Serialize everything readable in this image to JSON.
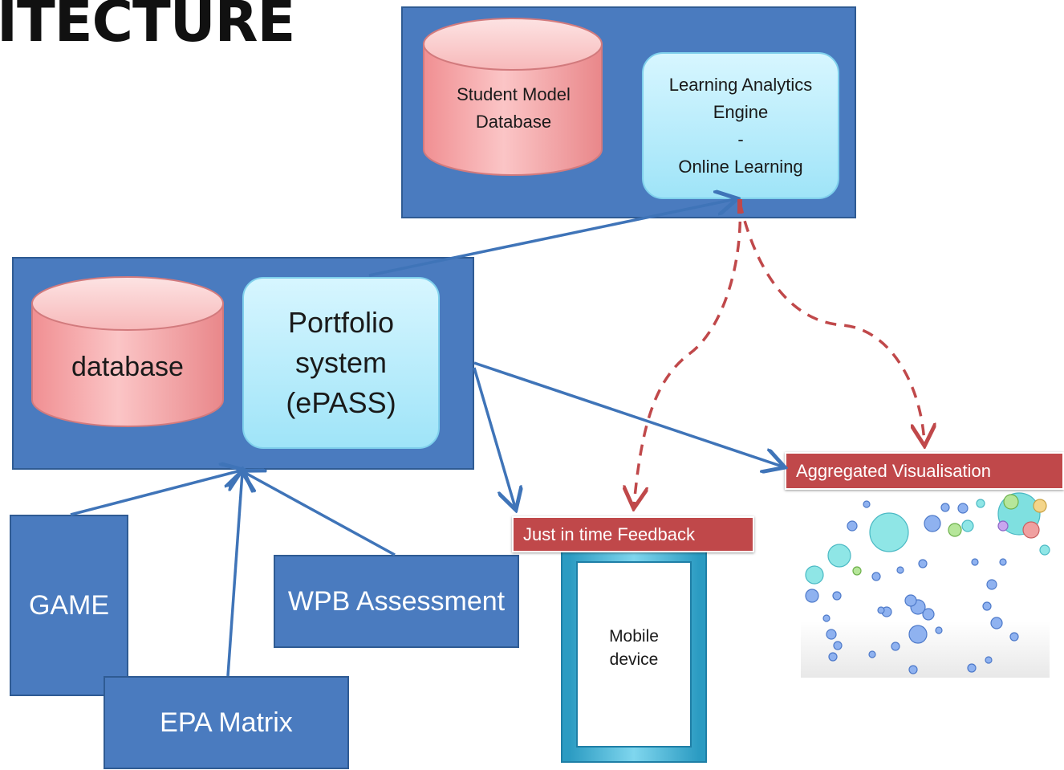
{
  "title": "ITECTURE",
  "analytics_panel": {
    "student_db_line1": "Student Model",
    "student_db_line2": "Database",
    "engine_line1": "Learning Analytics",
    "engine_line2": "Engine",
    "engine_line3": "-",
    "engine_line4": "Online Learning"
  },
  "portfolio_panel": {
    "database_label": "database",
    "portfolio_line1": "Portfolio",
    "portfolio_line2": "system",
    "portfolio_line3": "(ePASS)"
  },
  "sources": {
    "game": "GAME",
    "epa_matrix": "EPA Matrix",
    "wpb_assessment": "WPB Assessment"
  },
  "outputs": {
    "feedback_label": "Just in time Feedback",
    "mobile_line1": "Mobile",
    "mobile_line2": "device",
    "aggregated_label": "Aggregated Visualisation"
  },
  "colors": {
    "panel_blue": "#4a7bbf",
    "cylinder_pink": "#f4a6a8",
    "engine_cyan": "#bfefff",
    "dashed_red": "#c0484a",
    "mobile_teal": "#4bb8d6"
  }
}
